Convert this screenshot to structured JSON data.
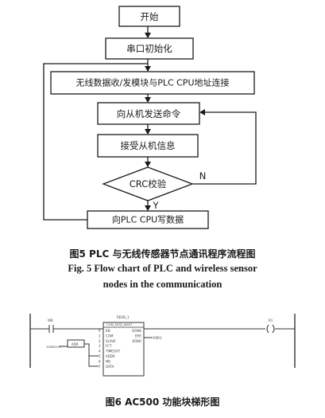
{
  "flowchart": {
    "start": "开始",
    "serial_init": "串口初始化",
    "connect": "无线数据收/发模块与PLC CPU地址连接",
    "send_cmd": "向从机发送命令",
    "recv_info": "接受从机信息",
    "crc_check": "CRC校验",
    "branch_no": "N",
    "branch_yes": "Y",
    "write_plc": "向PLC CPU写数据"
  },
  "figure5": {
    "caption_cn": "图5   PLC 与无线传感器节点通讯程序流程图",
    "caption_en_line1": "Fig. 5   Flow chart of PLC and wireless sensor",
    "caption_en_line2": "nodes in the communication"
  },
  "ladder": {
    "contact_in": "W8",
    "block_instance": "READ_1",
    "block_type": "COM_MOD_MAST",
    "ports_left": [
      "EN",
      "COM",
      "SLAVE",
      "FCT",
      "TIMEOUT",
      "ADDR",
      "NB",
      "DATA"
    ],
    "port_nums": [
      "0",
      "1",
      "2",
      "3",
      "4",
      "5",
      "6",
      "7"
    ],
    "ports_right": [
      "DONE",
      "ERR",
      "ERNO"
    ],
    "adr_block": "ADR",
    "adr_input": "%MW10.0",
    "err_out": "ERR1",
    "coil_out": "R1"
  },
  "figure6": {
    "caption_cn": "图6   AC500 功能块梯形图"
  }
}
